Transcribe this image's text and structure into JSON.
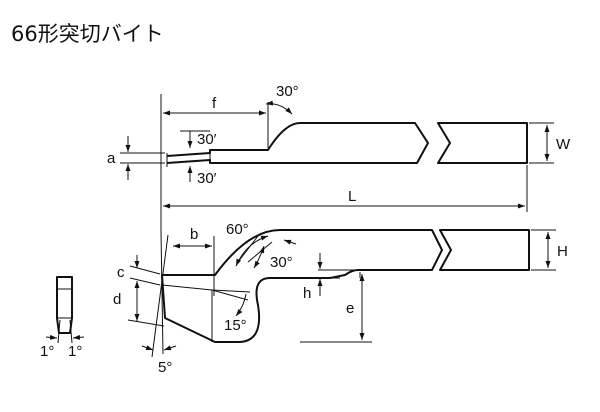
{
  "title": "66形突切バイト",
  "labels": {
    "f": "f",
    "a": "a",
    "w": "W",
    "l": "L",
    "b": "b",
    "h_upper": "H",
    "h_lower": "h",
    "c": "c",
    "d": "d",
    "e": "e",
    "angle_30_top": "30°",
    "angle_30_min_upper": "30′",
    "angle_30_min_lower": "30′",
    "angle_60": "60°",
    "angle_30_side": "30°",
    "angle_15": "15°",
    "angle_5": "5°",
    "angle_1_left": "1°",
    "angle_1_right": "1°"
  }
}
